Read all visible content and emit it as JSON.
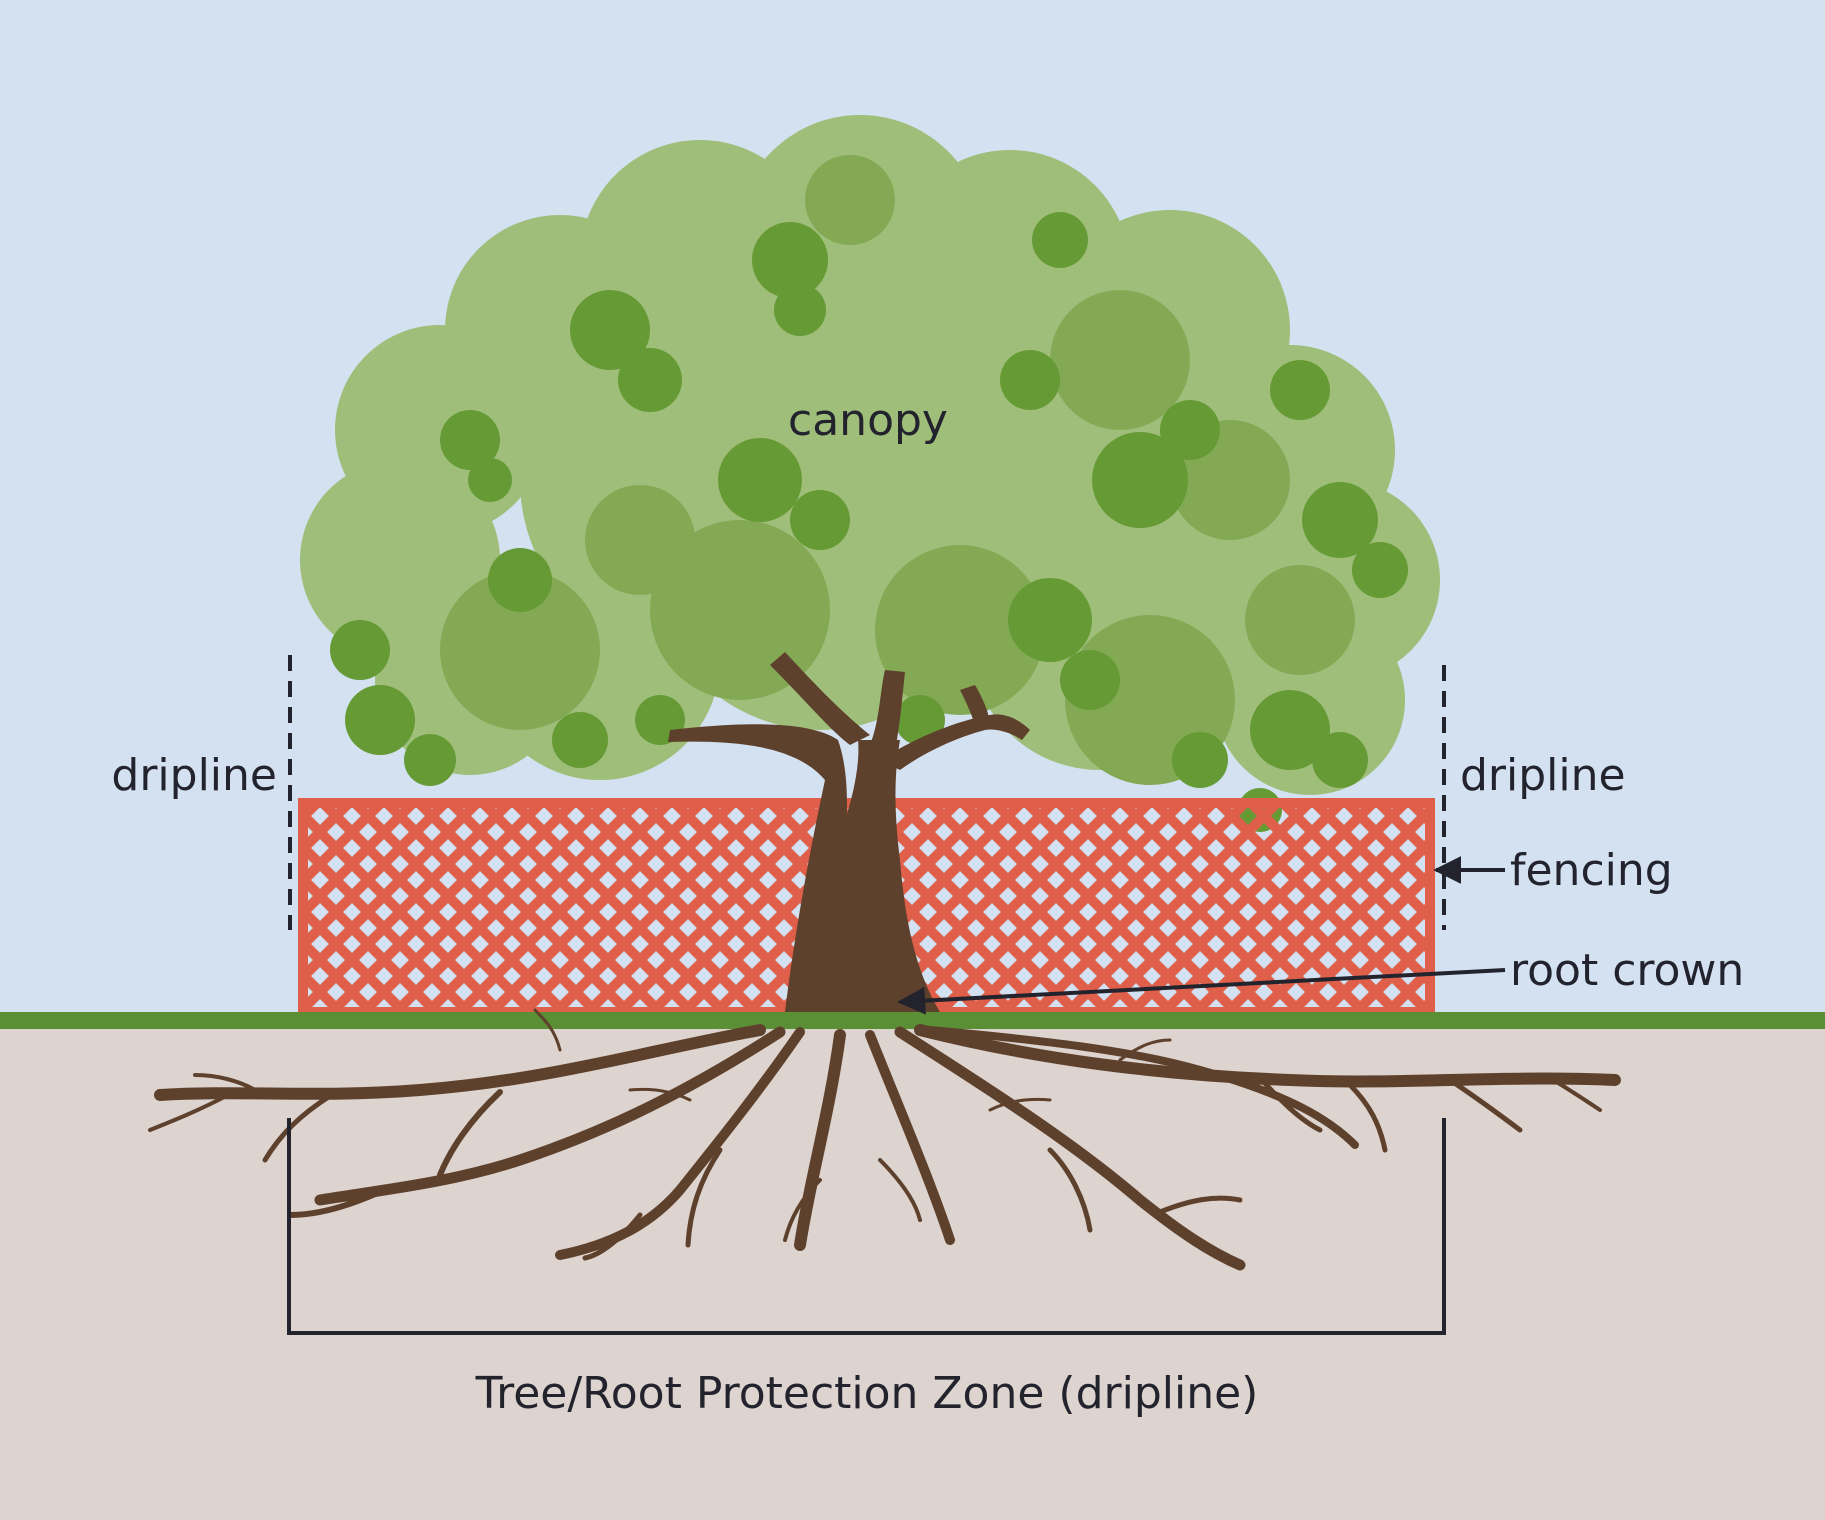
{
  "labels": {
    "canopy": "canopy",
    "dripline_left": "dripline",
    "dripline_right": "dripline",
    "fencing": "fencing",
    "root_crown": "root crown",
    "zone": "Tree/Root Protection Zone (dripline)"
  },
  "colors": {
    "sky": "#d3e1f1",
    "soil": "#ddd3cf",
    "grass": "#5a8f35",
    "fence": "#e05f4a",
    "trunk": "#5e412c",
    "leaf_light": "#9ebe79",
    "leaf_mid": "#83a954",
    "leaf_dark": "#659a35",
    "ink": "#23232e"
  }
}
